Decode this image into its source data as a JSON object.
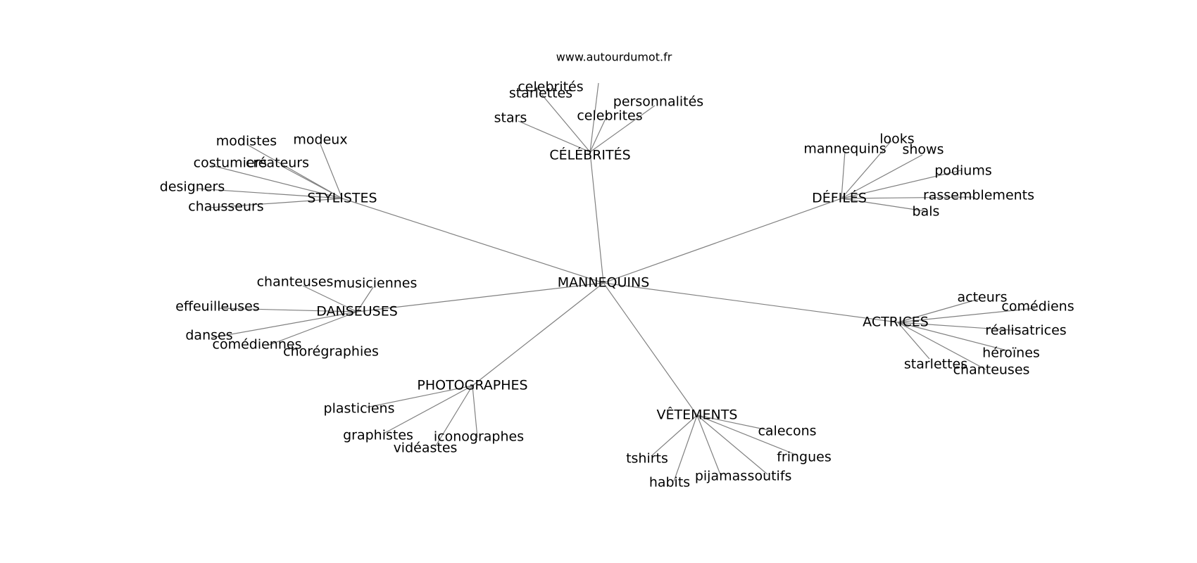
{
  "source": "www.autourdumot.fr",
  "center": "MANNEQUINS",
  "colors": {
    "edge": "#808080",
    "text": "#000000",
    "background": "#ffffff"
  },
  "groups": [
    {
      "label": "CÉLÉBRITÉS",
      "leaves": [
        "stars",
        "starlettes",
        "celebrités",
        "celebrites",
        "personnalités"
      ]
    },
    {
      "label": "STYLISTES",
      "leaves": [
        "modistes",
        "modeux",
        "costumiers",
        "créateurs",
        "designers",
        "chausseurs"
      ]
    },
    {
      "label": "DÉFILÉS",
      "leaves": [
        "mannequins",
        "looks",
        "shows",
        "podiums",
        "rassemblements",
        "bals"
      ]
    },
    {
      "label": "DANSEUSES",
      "leaves": [
        "chanteuses",
        "musiciennes",
        "effeuilleuses",
        "danses",
        "comédiennes",
        "chorégraphies"
      ]
    },
    {
      "label": "ACTRICES",
      "leaves": [
        "acteurs",
        "comédiens",
        "réalisatrices",
        "héroïnes",
        "starlettes",
        "chanteuses"
      ]
    },
    {
      "label": "PHOTOGRAPHES",
      "leaves": [
        "plasticiens",
        "graphistes",
        "vidéastes",
        "iconographes"
      ]
    },
    {
      "label": "VÊTEMENTS",
      "leaves": [
        "calecons",
        "fringues",
        "tshirts",
        "habits",
        "pijamas",
        "soutifs"
      ]
    }
  ]
}
